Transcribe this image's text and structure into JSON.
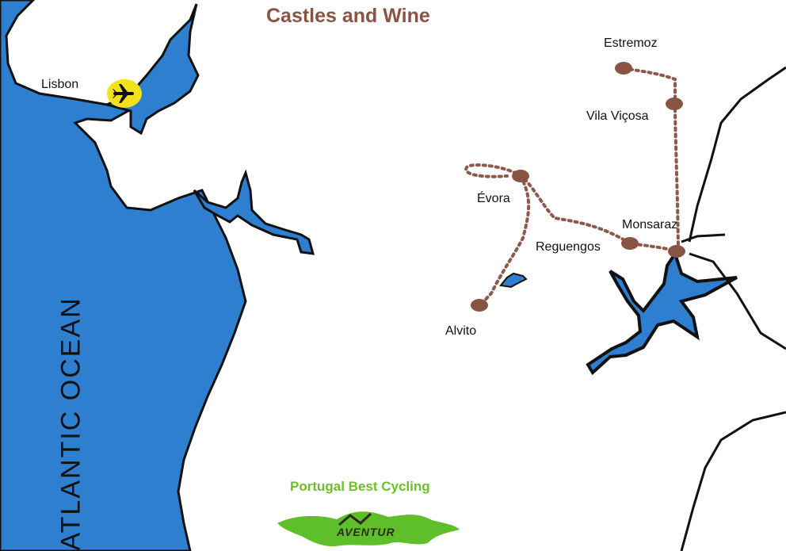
{
  "title": "Castles and Wine",
  "ocean_label": "ATLANTIC OCEAN",
  "brand_tagline": "Portugal Best Cycling",
  "logo_text": "AVENTUR",
  "colors": {
    "water": "#2f7fd1",
    "route": "#8a5a4a",
    "stop": "#8a5444",
    "airport": "#f3e21b",
    "title": "#8a5444",
    "brand": "#6cbf2c"
  },
  "places": [
    {
      "id": "lisbon",
      "name": "Lisbon",
      "icon": "airplane-icon"
    },
    {
      "id": "estremoz",
      "name": "Estremoz"
    },
    {
      "id": "vila-vicosa",
      "name": "Vila Viçosa"
    },
    {
      "id": "evora",
      "name": "Évora"
    },
    {
      "id": "monsaraz",
      "name": "Monsaraz"
    },
    {
      "id": "reguengos",
      "name": "Reguengos"
    },
    {
      "id": "alvito",
      "name": "Alvito"
    }
  ]
}
